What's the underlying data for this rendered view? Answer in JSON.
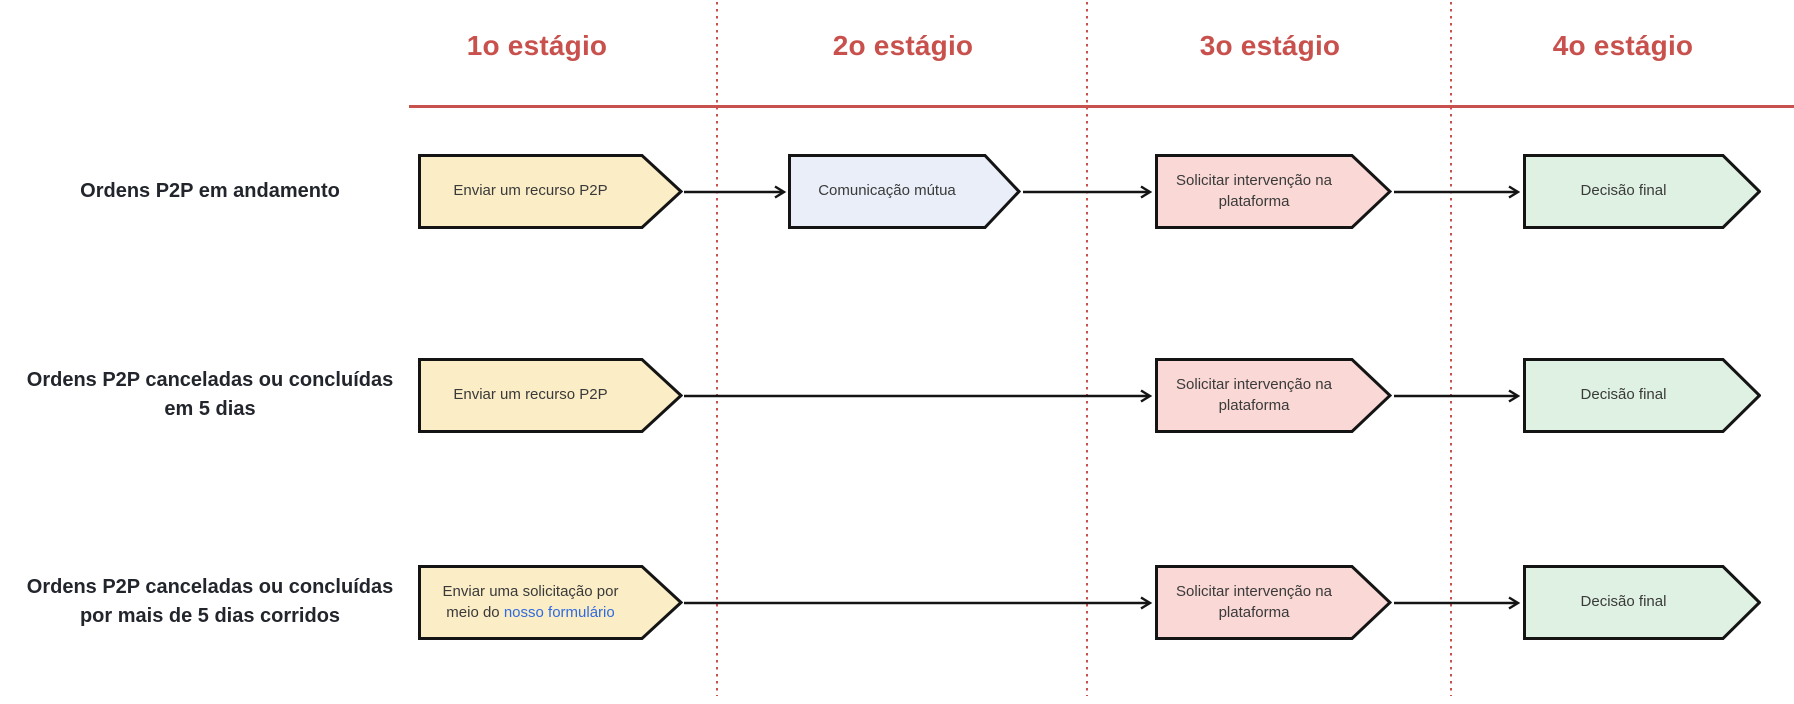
{
  "stages": [
    "1o estágio",
    "2o estágio",
    "3o estágio",
    "4o estágio"
  ],
  "rows": [
    {
      "label": "Ordens P2P em andamento",
      "step1": "Enviar um recurso P2P",
      "step2": "Comunicação mútua",
      "step3": "Solicitar intervenção na plataforma",
      "step4": "Decisão final"
    },
    {
      "label_line1": "Ordens P2P canceladas ou concluídas",
      "label_line2": "em 5 dias",
      "step1": "Enviar um recurso P2P",
      "step3": "Solicitar intervenção na plataforma",
      "step4": "Decisão final"
    },
    {
      "label_line1": "Ordens P2P canceladas ou concluídas",
      "label_line2": "por mais de 5 dias corridos",
      "step1_text": "Enviar uma solicitação por meio do ",
      "step1_link": "nosso formulário",
      "step3": "Solicitar intervenção na plataforma",
      "step4": "Decisão final"
    }
  ],
  "colors": {
    "accent_red": "#c9514d",
    "node_yellow": "#fbedc6",
    "node_blue": "#e9eef8",
    "node_pink": "#f9d8d5",
    "node_green": "#dff1e2",
    "link_blue": "#2f6be0",
    "border_ink": "#141414"
  }
}
